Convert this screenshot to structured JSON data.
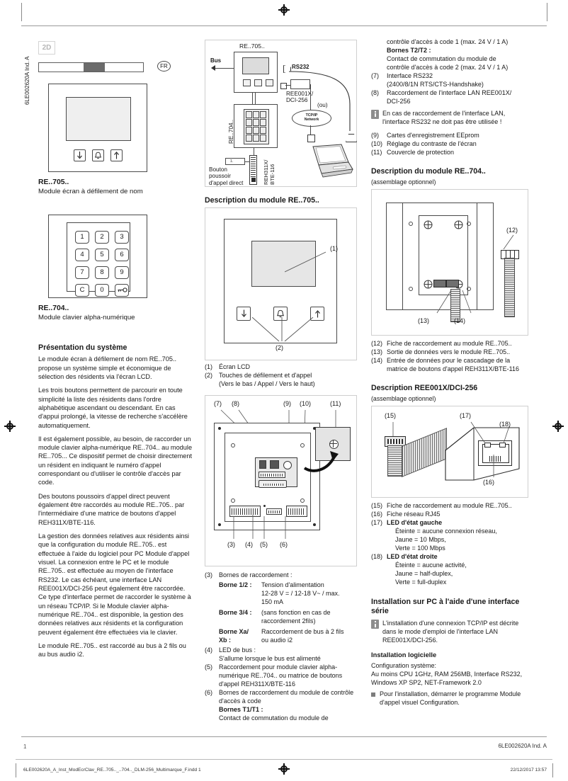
{
  "meta": {
    "badge_2d": "2D",
    "language_code": "FR",
    "side_code": "6LE002620A Ind. A",
    "page_number": "1",
    "doc_id": "6LE002620A Ind. A",
    "file_name": "6LE002620A_A_Inst_ModEcrClav_RE..705.._..704.._DLM-256_Multimarque_F.indd   1",
    "print_date": "22/12/2017   13:57"
  },
  "col1": {
    "product1": {
      "code": "RE..705..",
      "name": "Module écran à défilement de nom"
    },
    "product2": {
      "code": "RE..704..",
      "name": "Module clavier alpha-numérique"
    },
    "keypad_keys": [
      "1",
      "2",
      "3",
      "4",
      "5",
      "6",
      "7",
      "8",
      "9",
      "C",
      "0",
      "key-icon"
    ],
    "section_title": "Présentation du système",
    "paragraphs": [
      "Le module écran à défilement de nom RE..705.. propose un système simple et économique de sélection des résidents via l'écran LCD.",
      "Les trois boutons permettent de parcourir en toute simplicité la liste des résidents dans l'ordre alphabétique ascendant ou descendant. En cas d'appui prolongé, la vitesse de recherche s'accélère automatiquement.",
      "Il est également possible, au besoin, de raccorder un module clavier alpha-numérique RE..704.. au module RE..705... Ce dispositif permet de choisir directement un résident en indiquant le numéro d'appel correspondant ou d'utiliser le contrôle d'accès par code.",
      "Des boutons poussoirs d'appel direct peuvent également être raccordés au module RE..705.. par l'intermédiaire d'une matrice de boutons d'appel REH311X/BTE-116.",
      "La gestion des données relatives aux résidents ainsi que la configuration du module RE..705.. est effectuée à l'aide du logiciel pour PC Module d'appel visuel. La connexion entre le PC et le module RE..705.. est effectuée au moyen de l'interface RS232. Le cas échéant, une interface LAN REE001X/DCI-256 peut également être raccordée. Ce type d'interface permet de raccorder le système à un réseau TCP/IP. Si le Module clavier alpha-numérique RE..704.. est disponible, la gestion des données relatives aux résidents et la configuration peuvent également être effectuées via le clavier.",
      "Le module RE..705.. est raccordé au bus à 2 fils ou au bus audio i2."
    ]
  },
  "schematic": {
    "title_705": "RE..705..",
    "label_bus": "Bus",
    "label_rs232": "RS232",
    "label_lan": "REE001X/\nDCI-256",
    "label_ou": "(ou)",
    "label_network_line1": "TCP/IP",
    "label_network_line2": "Network",
    "label_704": "RE..704..",
    "label_matrix": "REH311X/\nBTE-116",
    "label_direct_call": "Bouton\npoussoir\nd'appel direct"
  },
  "col2": {
    "section_title": "Description du module RE..705..",
    "legend": [
      {
        "num": "(1)",
        "text": "Écran LCD"
      },
      {
        "num": "(2)",
        "text": "Touches de défilement et d'appel"
      }
    ],
    "legend2_sub": "(Vers le bas / Appel / Vers le haut)",
    "fig_callouts": [
      "(1)",
      "(2)"
    ],
    "pcb_callouts": [
      "(7)",
      "(8)",
      "(9)",
      "(10)",
      "(11)",
      "(3)",
      "(4)",
      "(5)",
      "(6)"
    ],
    "terminals": {
      "intro_num": "(3)",
      "intro_text": "Bornes de raccordement :",
      "rows": [
        {
          "key": "Borne 1/2 :",
          "value": "Tension d'alimentation\n12-28 V = / 12-18 V~ / max.\n150 mA"
        },
        {
          "key": "Borne 3/4 :",
          "value": "(sans fonction en cas de\nraccordement 2fils)"
        },
        {
          "key": "Borne Xa/\nXb :",
          "value": "Raccordement de bus à 2 fils\nou audio i2"
        }
      ]
    },
    "items": [
      {
        "num": "(4)",
        "title": "LED de bus :",
        "text": "S'allume lorsque le bus est alimenté"
      },
      {
        "num": "(5)",
        "title": "",
        "text": "Raccordement pour module clavier alpha-numérique RE..704.. ou matrice de boutons d'appel REH311X/BTE-116"
      },
      {
        "num": "(6)",
        "title": "",
        "text": "Bornes de raccordement du module de contrôle d'accès à code"
      }
    ],
    "t1_label": "Bornes T1/T1 :",
    "t1_text": "Contact de commutation du module de"
  },
  "col3": {
    "cont_line1": "contrôle d'accès à code 1 (max. 24 V / 1 A)",
    "t2_label": "Bornes T2/T2 :",
    "t2_text": "Contact de commutation du module de\ncontrôle d'accès à code 2 (max. 24 V / 1 A)",
    "items": [
      {
        "num": "(7)",
        "text": "Interface RS232\n(2400/8/1N RTS/CTS-Handshake)"
      },
      {
        "num": "(8)",
        "text": "Raccordement de l'interface LAN REE001X/\nDCI-256"
      }
    ],
    "info1": "En cas de raccordement de l'interface LAN, l'interface RS232 ne doit pas être utilisée !",
    "items2": [
      {
        "num": "(9)",
        "text": "Cartes d'enregistrement EEprom"
      },
      {
        "num": "(10)",
        "text": "Réglage du contraste de l'écran"
      },
      {
        "num": "(11)",
        "text": "Couvercle de protection"
      }
    ],
    "section704_title": "Description du module RE..704..",
    "section704_sub": "(assemblage optionnel)",
    "fig704_callouts": [
      "(12)",
      "(13)",
      "(14)"
    ],
    "legend704": [
      {
        "num": "(12)",
        "text": "Fiche de raccordement au module RE..705.."
      },
      {
        "num": "(13)",
        "text": "Sortie de données vers le module RE..705.."
      },
      {
        "num": "(14)",
        "text": "Entrée de données pour le cascadage de la matrice de boutons d'appel REH311X/BTE-116"
      }
    ],
    "section_dci_title": "Description REE001X/DCI-256",
    "section_dci_sub": "(assemblage optionnel)",
    "figdci_callouts": [
      "(15)",
      "(16)",
      "(17)",
      "(18)"
    ],
    "legend_dci": [
      {
        "num": "(15)",
        "title": "",
        "text": "Fiche de raccordement au module RE..705.."
      },
      {
        "num": "(16)",
        "title": "",
        "text": "Fiche réseau RJ45"
      },
      {
        "num": "(17)",
        "title": "LED d'état gauche",
        "text": "Éteinte = aucune connexion réseau,\nJaune = 10 Mbps,\nVerte = 100 Mbps"
      },
      {
        "num": "(18)",
        "title": "LED d'état droite",
        "text": "Éteinte = aucune activité,\nJaune = half-duplex,\nVerte = full-duplex"
      }
    ],
    "install_title": "Installation sur PC à l'aide d'une interface série",
    "install_info": "L'installation d'une connexion TCP/IP est décrite dans le mode d'emploi de l'interface LAN REE001X/DCI-256.",
    "soft_title": "Installation logicielle",
    "soft_text": "Configuration système:\nAu moins CPU 1GHz, RAM 256MB, Interface RS232, Windows XP SP2, NET-Framework 2.0",
    "soft_bullet": "Pour l'installation, démarrer le programme Module d'appel visuel Configuration."
  },
  "colors": {
    "ink": "#1a1a1a",
    "rule": "#9a9a9a",
    "figborder": "#cfcfcf",
    "line": "#4a4a4a",
    "gray": "#8d8d8d"
  }
}
